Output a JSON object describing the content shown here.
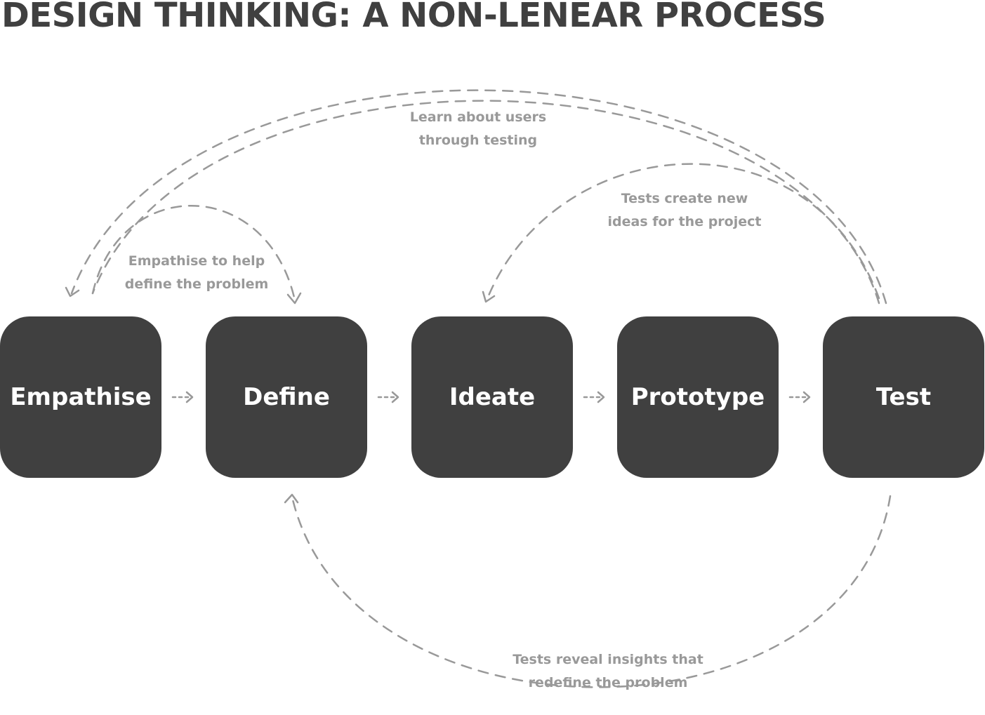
{
  "title": "DESIGN THINKING: A NON-LENEAR PROCESS",
  "colors": {
    "title": "#404040",
    "box": "#404040",
    "box_text": "#ffffff",
    "connector": "#999999",
    "annotation": "#999999"
  },
  "stages": [
    {
      "label": "Empathise"
    },
    {
      "label": "Define"
    },
    {
      "label": "Ideate"
    },
    {
      "label": "Prototype"
    },
    {
      "label": "Test"
    }
  ],
  "annotations": {
    "learn": [
      "Learn about users",
      "through testing"
    ],
    "empathise": [
      "Empathise to help",
      "define the problem"
    ],
    "tests_create": [
      "Tests create new",
      "ideas for the project"
    ],
    "tests_reveal": [
      "Tests reveal insights that",
      "redefine the problem"
    ]
  },
  "connector_icon": "dotted-arrow-right-icon"
}
